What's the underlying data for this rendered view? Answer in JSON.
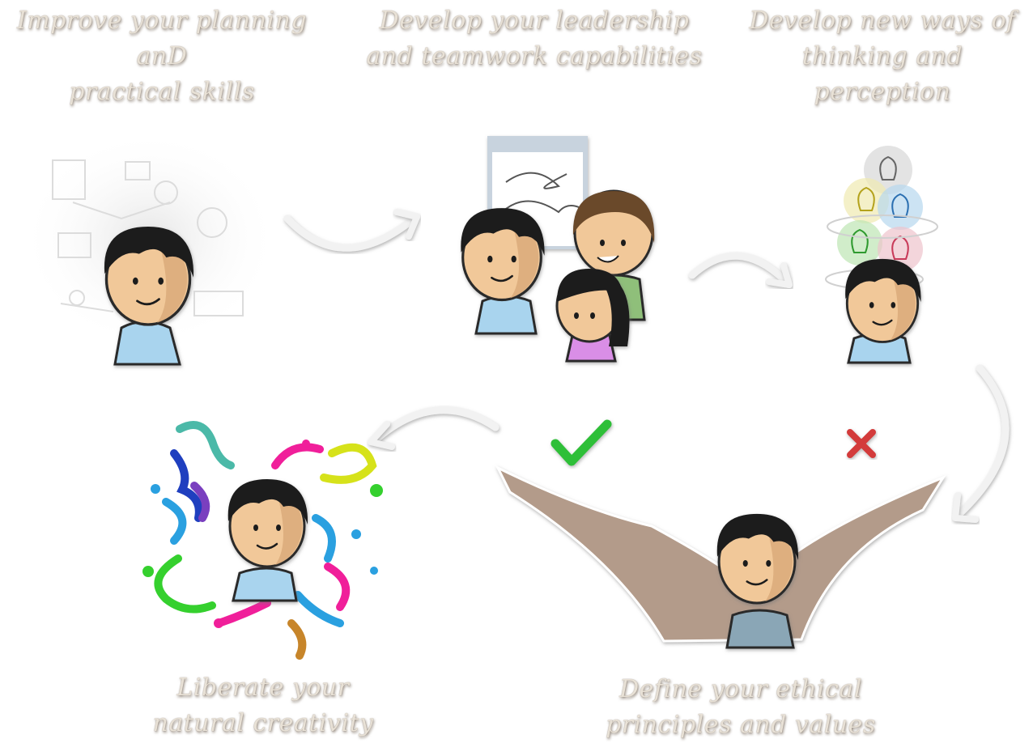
{
  "steps": [
    {
      "caption": "Improve your planning anD\npractical skills"
    },
    {
      "caption": "Develop your leadership\nand teamwork capabilities"
    },
    {
      "caption": "Develop new ways of\nthinking and perception"
    },
    {
      "caption": "Liberate your\nnatural creativity"
    },
    {
      "caption": "Define your ethical\nprinciples and values"
    }
  ],
  "icons": {
    "check": "check-mark-icon",
    "cross": "cross-mark-icon",
    "bulbs": "light-bulb-icon"
  },
  "colors": {
    "caption": "#e8e1d6",
    "skin": "#f1c899",
    "hair": "#1e1e1e",
    "shirt_blue": "#a9d4ee",
    "shirt_pink": "#d98ee6",
    "shirt_green": "#8fbf7a",
    "hair_brown": "#6b4a2b",
    "check": "#2fbf38",
    "cross": "#d33b3b",
    "sling": "#b39b8a",
    "arrow": "#f2f2f2"
  }
}
